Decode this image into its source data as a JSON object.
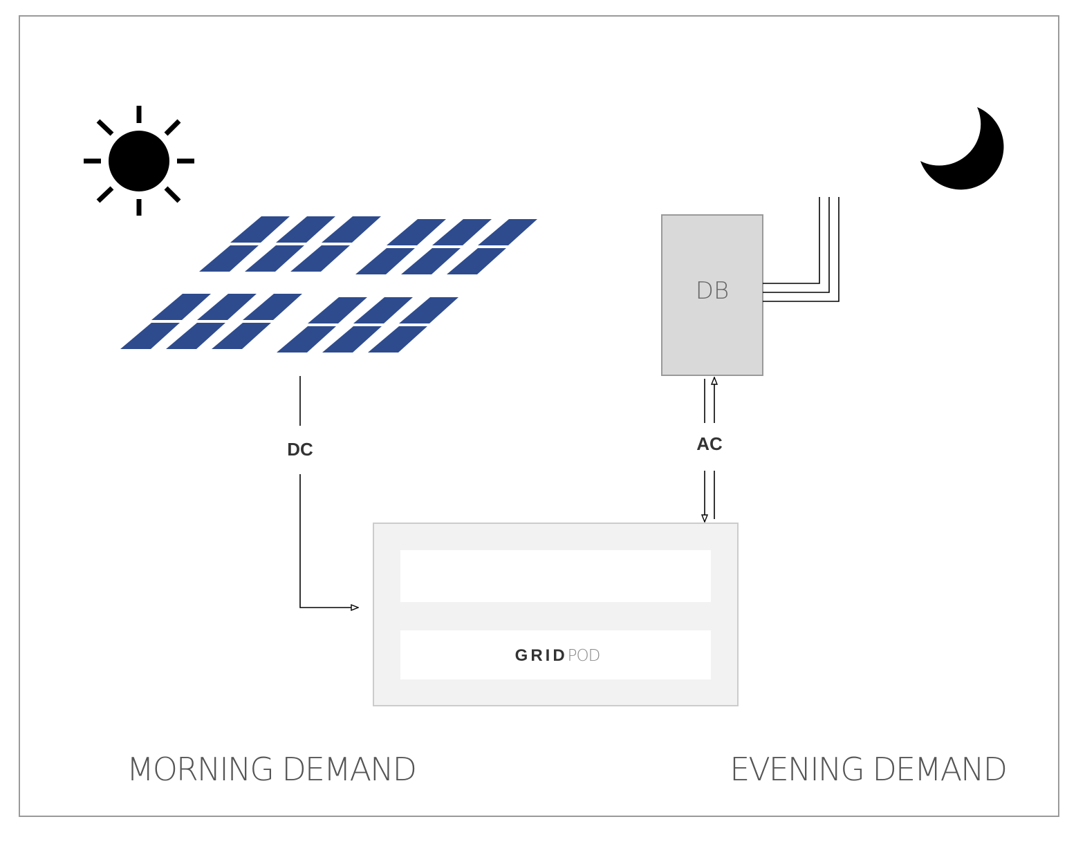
{
  "labels": {
    "dc": "DC",
    "ac": "AC",
    "db": "DB",
    "brand_bold": "GRID",
    "brand_light": "POD",
    "morning": "MORNING DEMAND",
    "evening": "EVENING DEMAND"
  },
  "colors": {
    "panel": "#2e4b8e",
    "line": "#000000",
    "db_fill": "#d9d9d9",
    "db_stroke": "#999999",
    "gridpod_fill": "#f2f2f2",
    "gridpod_stroke": "#cccccc",
    "frame": "#999999",
    "text_dark": "#333333",
    "text_light": "#555555"
  },
  "icons": {
    "sun": "sun-icon",
    "moon": "moon-icon",
    "solar": "solar-panel-icon"
  }
}
